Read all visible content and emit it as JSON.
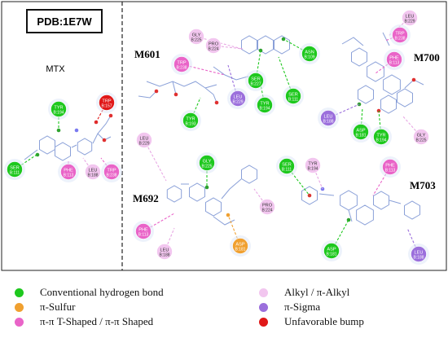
{
  "header_box": "PDB:1E7W",
  "colors": {
    "conventional_hbond": "#1ec81e",
    "pi_sulfur": "#f0a030",
    "pi_pi": "#e964c8",
    "alkyl": "#f2c6ef",
    "pi_sigma": "#9b6fdc",
    "unfavorable": "#e01818",
    "ligand": "#8aa0d8"
  },
  "panels": {
    "mtx": {
      "title": "MTX",
      "residues": [
        {
          "code": "TYR",
          "num": "B:194",
          "type": "conventional_hbond"
        },
        {
          "code": "TRP",
          "num": "B:157",
          "type": "unfavorable"
        },
        {
          "code": "SER",
          "num": "B:111",
          "type": "conventional_hbond"
        },
        {
          "code": "PHE",
          "num": "B:113",
          "type": "pi_pi"
        },
        {
          "code": "LEU",
          "num": "B:188",
          "type": "alkyl"
        },
        {
          "code": "TRP",
          "num": "B:238",
          "type": "pi_pi"
        }
      ]
    },
    "m601": {
      "title": "M601",
      "residues": [
        {
          "code": "PRO",
          "num": "B:224",
          "type": "alkyl"
        },
        {
          "code": "GLY",
          "num": "B:225",
          "type": "alkyl"
        },
        {
          "code": "ASN",
          "num": "B:109",
          "type": "conventional_hbond"
        },
        {
          "code": "TRP",
          "num": "B:238",
          "type": "pi_pi"
        },
        {
          "code": "SER",
          "num": "B:227",
          "type": "conventional_hbond"
        },
        {
          "code": "SER",
          "num": "B:111",
          "type": "conventional_hbond"
        },
        {
          "code": "LEU",
          "num": "B:229",
          "type": "pi_sigma"
        },
        {
          "code": "TYR",
          "num": "B:194",
          "type": "conventional_hbond"
        },
        {
          "code": "TYR",
          "num": "B:193",
          "type": "conventional_hbond"
        }
      ]
    },
    "m700": {
      "title": "M700",
      "residues": [
        {
          "code": "LEU",
          "num": "B:229",
          "type": "alkyl"
        },
        {
          "code": "TRP",
          "num": "B:238",
          "type": "pi_pi"
        },
        {
          "code": "PHE",
          "num": "B:113",
          "type": "pi_pi"
        },
        {
          "code": "LEU",
          "num": "B:188",
          "type": "pi_sigma"
        },
        {
          "code": "ASP",
          "num": "B:181",
          "type": "conventional_hbond"
        },
        {
          "code": "TYR",
          "num": "B:194",
          "type": "conventional_hbond"
        },
        {
          "code": "GLY",
          "num": "B:225",
          "type": "alkyl"
        }
      ]
    },
    "m692": {
      "title": "M692",
      "residues": [
        {
          "code": "LEU",
          "num": "B:229",
          "type": "alkyl"
        },
        {
          "code": "GLY",
          "num": "B:225",
          "type": "conventional_hbond"
        },
        {
          "code": "PHE",
          "num": "B:113",
          "type": "pi_pi"
        },
        {
          "code": "PRO",
          "num": "B:224",
          "type": "alkyl"
        },
        {
          "code": "ASP",
          "num": "B:181",
          "type": "pi_sulfur"
        },
        {
          "code": "LEU",
          "num": "B:188",
          "type": "alkyl"
        }
      ]
    },
    "m703": {
      "title": "M703",
      "residues": [
        {
          "code": "SER",
          "num": "B:111",
          "type": "conventional_hbond"
        },
        {
          "code": "TYR",
          "num": "B:194",
          "type": "alkyl"
        },
        {
          "code": "PHE",
          "num": "B:113",
          "type": "pi_pi"
        },
        {
          "code": "ASP",
          "num": "B:181",
          "type": "conventional_hbond"
        },
        {
          "code": "LEU",
          "num": "B:188",
          "type": "pi_sigma"
        }
      ]
    }
  },
  "legend": [
    {
      "type": "conventional_hbond",
      "label": "Conventional hydrogen bond"
    },
    {
      "type": "pi_sulfur",
      "label": "π-Sulfur"
    },
    {
      "type": "pi_pi",
      "label": "π-π T-Shaped / π-π Shaped"
    },
    {
      "type": "alkyl",
      "label": "Alkyl / π-Alkyl"
    },
    {
      "type": "pi_sigma",
      "label": "π-Sigma"
    },
    {
      "type": "unfavorable",
      "label": "Unfavorable bump"
    }
  ]
}
